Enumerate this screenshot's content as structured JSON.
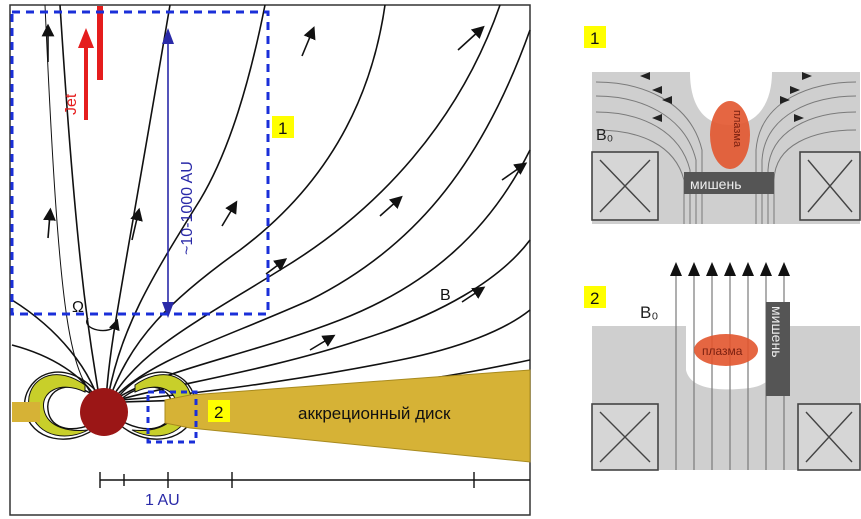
{
  "main_panel": {
    "jet_label": "Jet",
    "scale_label": "~10-1000 AU",
    "omega_label": "Ω",
    "field_label": "B",
    "disk_label": "аккреционный диск",
    "au_label": "1 AU",
    "callout_1": "1",
    "callout_2": "2"
  },
  "panel_1": {
    "number": "1",
    "field_label": "B₀",
    "plasma_label": "плазма",
    "target_label": "мишень"
  },
  "panel_2": {
    "number": "2",
    "field_label": "B₀",
    "plasma_label": "плазма",
    "target_label": "мишень"
  },
  "colors": {
    "disk": "#d6b236",
    "star": "#9b1616",
    "torus": "#c8cf2a",
    "jet": "#e51d1d",
    "dashed_box": "#1a2fd9",
    "callout_bg": "#ffff00",
    "plasma": "#e2552e",
    "target": "#555555",
    "lab_gray": "#cfcfcf"
  }
}
